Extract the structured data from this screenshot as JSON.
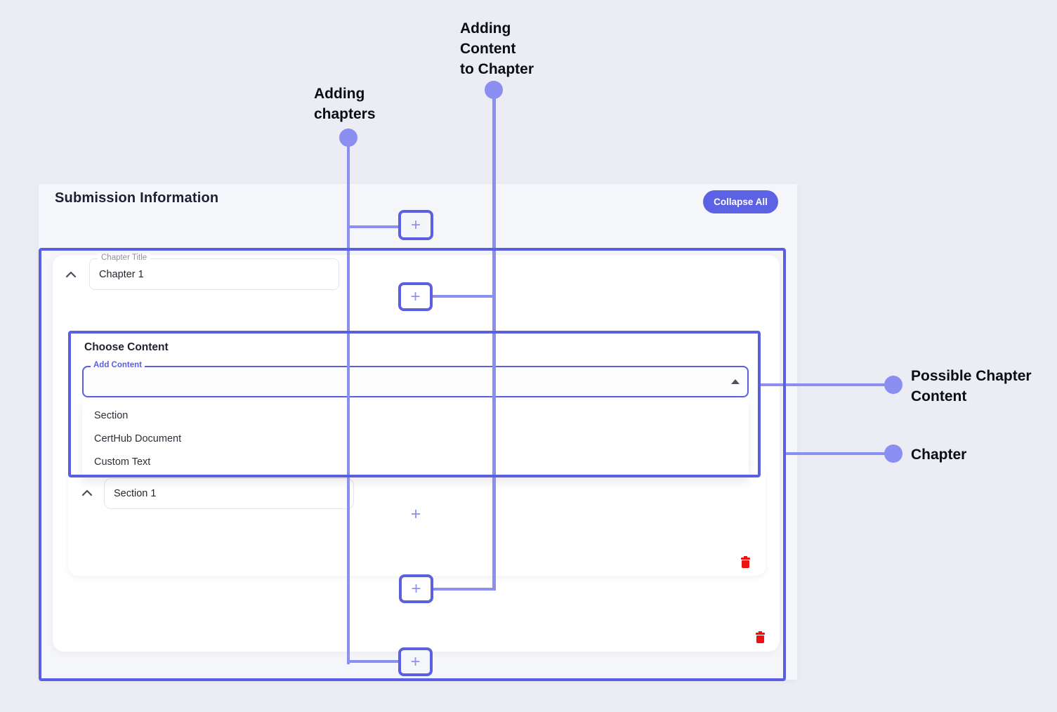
{
  "page": {
    "title": "Submission Information",
    "collapse_all_label": "Collapse All"
  },
  "chapter": {
    "title_label": "Chapter Title",
    "title_value": "Chapter 1"
  },
  "choose_content": {
    "heading": "Choose Content",
    "add_content_label": "Add Content",
    "add_content_value": "",
    "dropdown_options": [
      "Section",
      "CertHub Document",
      "Custom Text"
    ]
  },
  "section": {
    "title_value": "Section 1"
  },
  "annotations": {
    "adding_chapters": "Adding\nchapters",
    "adding_content_to_chapter": "Adding\nContent\nto Chapter",
    "possible_chapter_content": "Possible Chapter\nContent",
    "chapter": "Chapter"
  },
  "icons": {
    "plus": "+"
  },
  "colors": {
    "accent_button": "#5d61e4",
    "annotation_border": "#5a5ee0",
    "connector": "#8b8ff2",
    "focused_input_border": "#5a5ee0",
    "trash_red": "#ee1111",
    "page_background": "#ecedf4",
    "panel_background": "#f5f6fa"
  }
}
